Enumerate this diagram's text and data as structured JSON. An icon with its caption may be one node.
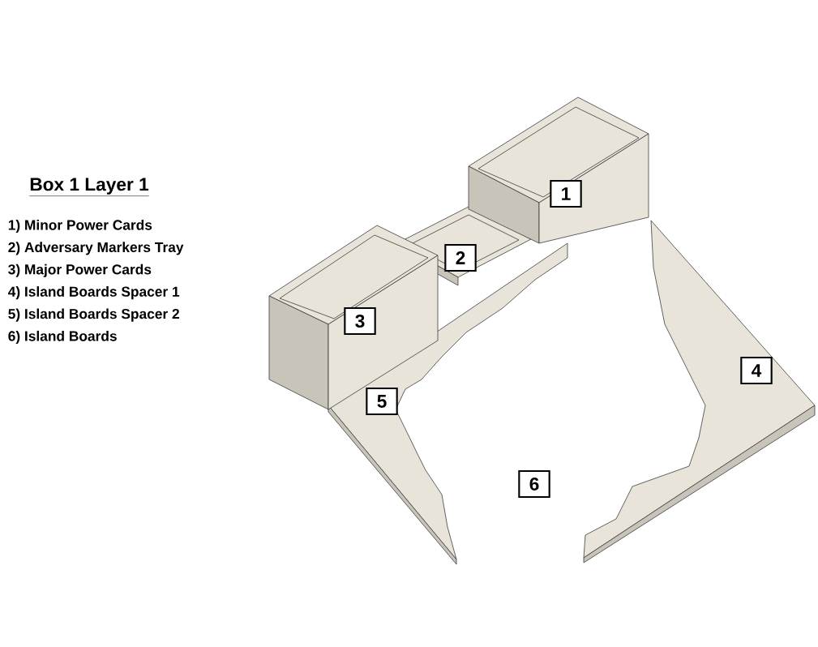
{
  "diagram": {
    "title": "Box 1 Layer 1",
    "nodes": [
      {
        "text": [
          "1"
        ]
      },
      {
        "text": [
          "2"
        ]
      },
      {
        "text": [
          "3"
        ]
      },
      {
        "text": [
          "4"
        ]
      },
      {
        "text": [
          "5"
        ]
      },
      {
        "text": [
          "6"
        ]
      }
    ],
    "labels": [
      "1) Minor Power Cards",
      "2) Adversary Markers Tray",
      "3) Major Power Cards",
      "4) Island Boards Spacer 1",
      "5) Island Boards Spacer 2",
      "6) Island Boards"
    ]
  }
}
